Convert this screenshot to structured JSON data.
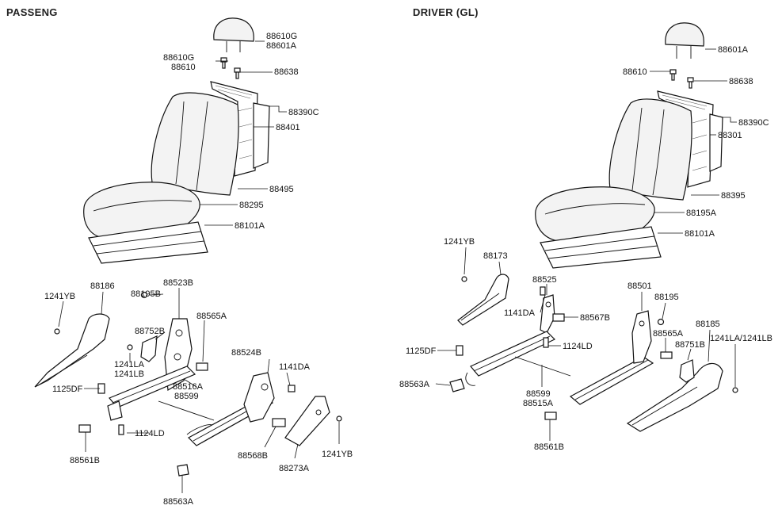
{
  "sections": {
    "passenger": {
      "title": "PASSENG"
    },
    "driver": {
      "title": "DRIVER (GL)"
    }
  },
  "passenger_labels": {
    "headrest": "88610G",
    "headrest2": "88601A",
    "guide_a": "88610G",
    "guide_b": "88610",
    "guide_c": "88638",
    "back_cover": "88390C",
    "back_frame": "88401",
    "back_pad": "88495",
    "cushion": "88295",
    "cushion_frame": "88101A",
    "side_cover": "88186",
    "screw_a": "1241YB",
    "bolt_a": "88195B",
    "bracket": "88523B",
    "knob": "88752B",
    "cap": "88565A",
    "screw_b": "1241LA",
    "screw_c": "1241LB",
    "bolt_b": "1125DF",
    "rail_a": "88516A",
    "wire": "88599",
    "rail_b": "88524B",
    "bolt_c": "1141DA",
    "bolt_d": "1124LD",
    "clip": "88561B",
    "stopper": "88568B",
    "cover_b": "88273A",
    "screw_d": "1241YB",
    "cap_b": "88563A"
  },
  "driver_labels": {
    "headrest": "88601A",
    "guide_a": "88610",
    "guide_b": "88638",
    "back_cover": "88390C",
    "back_frame": "88301",
    "back_pad": "88395",
    "cushion": "88195A",
    "cushion_frame": "88101A",
    "screw_a": "1241YB",
    "side_cover": "88173",
    "bracket": "88525",
    "bolt_a": "1141DA",
    "stopper": "88567B",
    "bolt_b": "1125DF",
    "bolt_c": "1124LD",
    "cap": "88563A",
    "wire": "88599",
    "rail": "88515A",
    "clip": "88561B",
    "bracket_b": "88501",
    "bolt_d": "88195",
    "cover_b": "88185",
    "cap_b": "88565A",
    "knob": "88751B",
    "screw_b": "1241LA/1241LB"
  }
}
